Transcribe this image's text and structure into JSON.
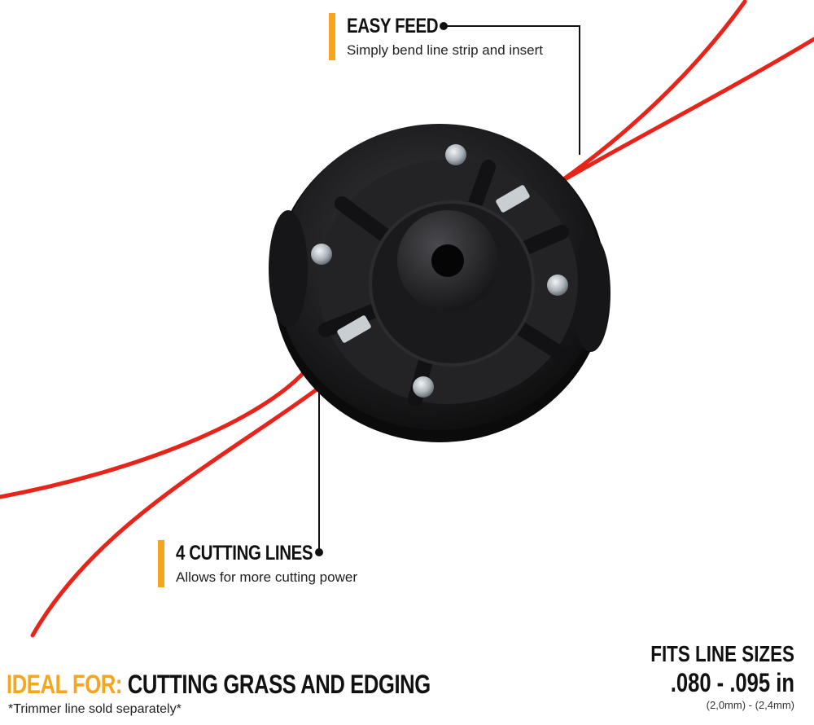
{
  "callouts": {
    "easy_feed": {
      "title": "EASY FEED",
      "description": "Simply bend line strip and insert"
    },
    "cutting_lines": {
      "title": "4 CUTTING LINES",
      "description": "Allows for more cutting power"
    }
  },
  "ideal_for": {
    "label": "IDEAL FOR:",
    "text": " CUTTING GRASS AND EDGING"
  },
  "note": "*Trimmer line sold separately*",
  "fits": {
    "title": "FITS LINE SIZES",
    "sizes": ".080 - .095 in",
    "metric": "(2,0mm) - (2,4mm)"
  },
  "colors": {
    "accent": "#f5a51e",
    "line": "#e8231a",
    "head_body": "#1c1c1e"
  }
}
